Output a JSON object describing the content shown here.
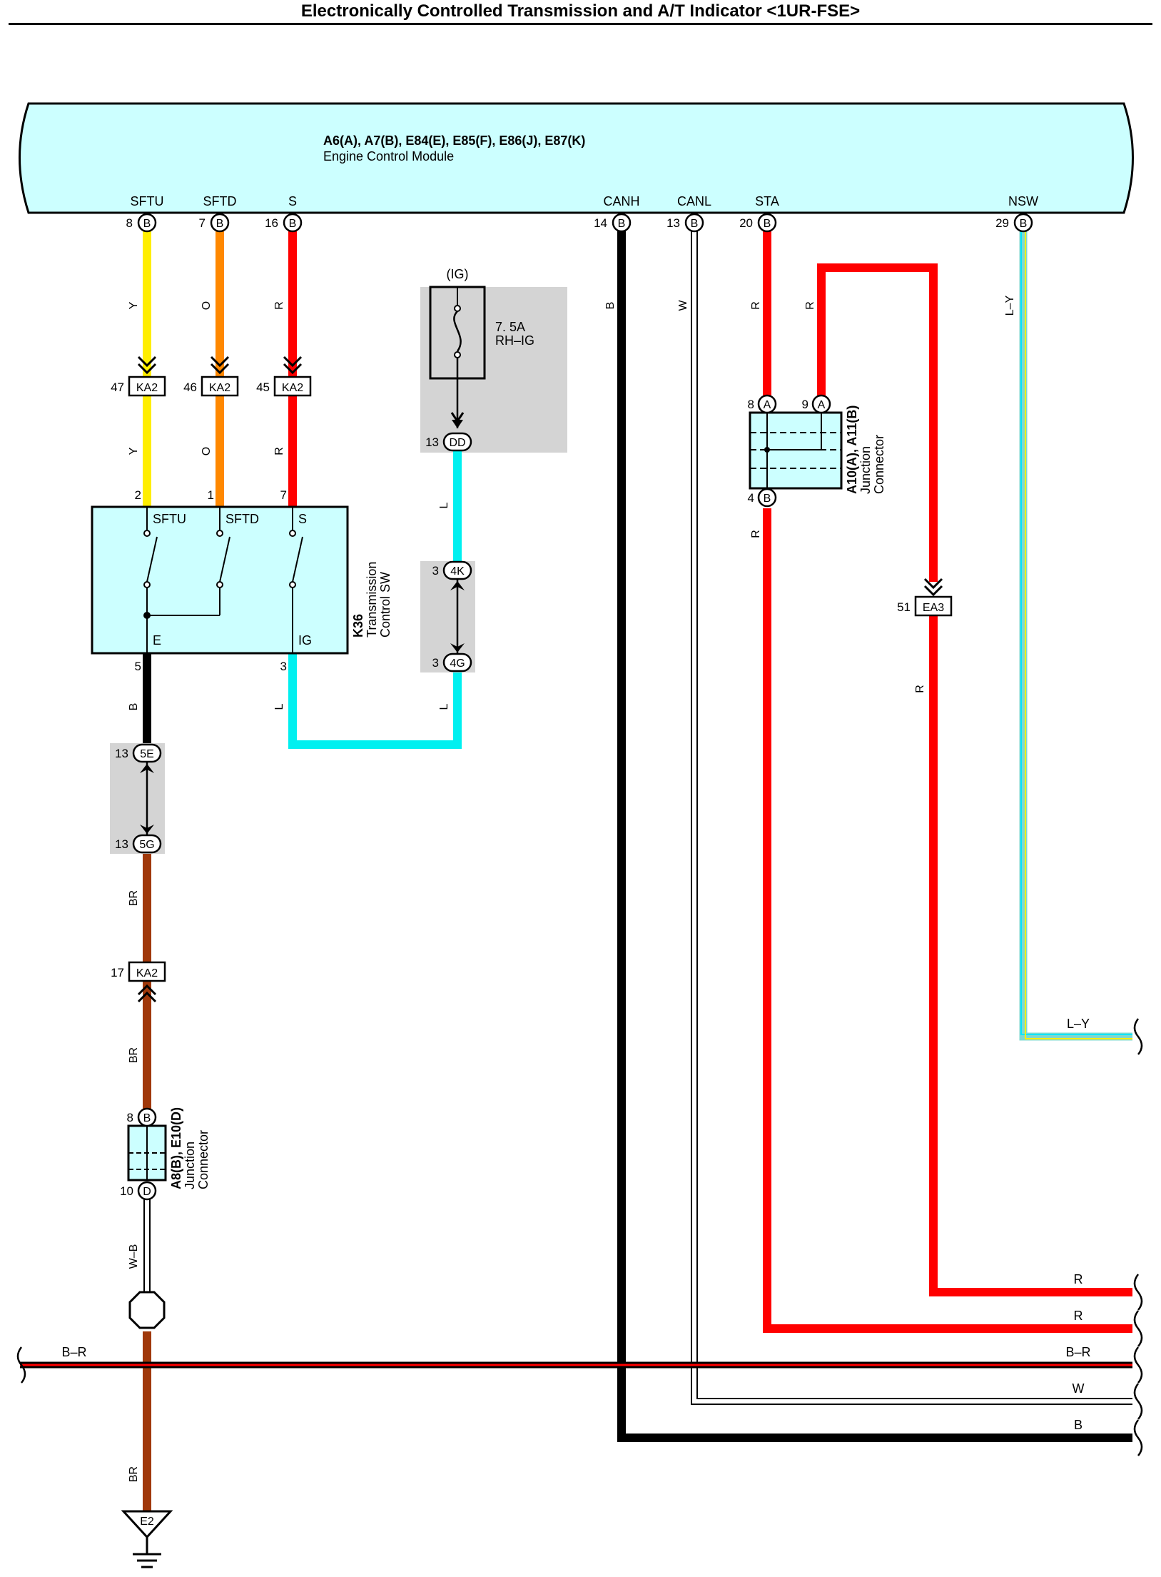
{
  "title": "Electronically Controlled Transmission and A/T Indicator <1UR-FSE>",
  "colors": {
    "module_fill": "#ccffff",
    "shade": "#d4d4d4",
    "yellow": "#ffee00",
    "orange": "#ff8800",
    "red": "#ff0000",
    "cyan": "#00f0f0",
    "black": "#000000",
    "brown": "#a0380a",
    "white_wire": "#ffffff"
  },
  "ecm": {
    "connectors": "A6(A), A7(B), E84(E), E85(F), E86(J), E87(K)",
    "name": "Engine Control Module",
    "terminals": [
      {
        "label": "SFTU",
        "pin": "8",
        "conn": "B"
      },
      {
        "label": "SFTD",
        "pin": "7",
        "conn": "B"
      },
      {
        "label": "S",
        "pin": "16",
        "conn": "B"
      },
      {
        "label": "CANH",
        "pin": "14",
        "conn": "B"
      },
      {
        "label": "CANL",
        "pin": "13",
        "conn": "B"
      },
      {
        "label": "STA",
        "pin": "20",
        "conn": "B"
      },
      {
        "label": "NSW",
        "pin": "29",
        "conn": "B"
      }
    ]
  },
  "wire_codes": {
    "sftu_top": "Y",
    "sftu_mid": "Y",
    "sftd_top": "O",
    "sftd_mid": "O",
    "s_top": "R",
    "s_mid": "R",
    "canh": "B",
    "canl": "W",
    "sta": "R",
    "sta_branch": "R",
    "nsw": "L–Y",
    "fuse_out": "L",
    "ig_left": "L",
    "ig_right": "L",
    "e_out": "B",
    "br1": "BR",
    "br2": "BR",
    "wb": "W–B",
    "br3": "BR",
    "sta_lower": "R",
    "ea3_out": "R"
  },
  "ka2": [
    {
      "pin": "47",
      "name": "KA2"
    },
    {
      "pin": "46",
      "name": "KA2"
    },
    {
      "pin": "45",
      "name": "KA2"
    },
    {
      "pin": "17",
      "name": "KA2"
    }
  ],
  "fuse": {
    "supply": "(IG)",
    "rating": "7. 5A",
    "name": "RH–IG",
    "conn_pin": "13",
    "conn": "DD"
  },
  "j4": {
    "pin_top": "3",
    "conn_top": "4K",
    "pin_bot": "3",
    "conn_bot": "4G"
  },
  "j5": {
    "pin_top": "13",
    "conn_top": "5E",
    "pin_bot": "13",
    "conn_bot": "5G"
  },
  "k36": {
    "code": "K36",
    "name_line1": "Transmission",
    "name_line2": "Control SW",
    "pins": {
      "sftu": "2",
      "sftd": "1",
      "s": "7",
      "e": "5",
      "ig": "3"
    },
    "labels": {
      "sftu": "SFTU",
      "sftd": "SFTD",
      "s": "S",
      "e": "E",
      "ig": "IG"
    }
  },
  "jc_a10": {
    "code": "A10(A), A11(B)",
    "line1": "Junction",
    "line2": "Connector",
    "pin8": "8",
    "conn8": "A",
    "pin9": "9",
    "conn9": "A",
    "pin4": "4",
    "conn4": "B"
  },
  "jc_a8": {
    "code": "A8(B), E10(D)",
    "line1": "Junction",
    "line2": "Connector",
    "pin8": "8",
    "conn8": "B",
    "pin10": "10",
    "conn10": "D"
  },
  "ea3": {
    "pin": "51",
    "name": "EA3"
  },
  "ground": {
    "name": "E2"
  },
  "right_edge": [
    "L–Y",
    "R",
    "R",
    "B–R",
    "W",
    "B"
  ],
  "br_bus_left": "B–R"
}
